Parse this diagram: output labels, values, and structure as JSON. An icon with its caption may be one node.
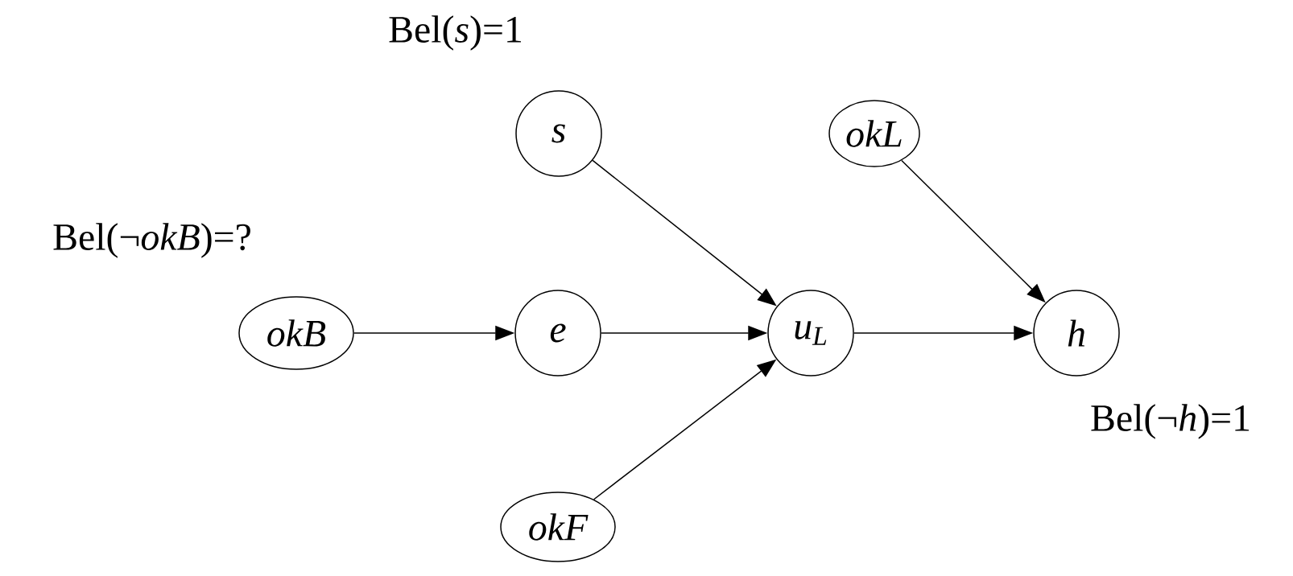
{
  "diagram": {
    "nodes": [
      {
        "text": [
          "s"
        ],
        "beside": [
          "Bel(*s*)=1"
        ]
      },
      {
        "text": [
          "okL"
        ]
      },
      {
        "text": [
          "okB"
        ],
        "beside": [
          "Bel(¬*okB*)=?"
        ]
      },
      {
        "text": [
          "e"
        ]
      },
      {
        "text": [
          "u$_{L}$"
        ]
      },
      {
        "text": [
          "h"
        ],
        "beside": [
          "Bel(¬*h*)=1"
        ]
      },
      {
        "text": [
          "okF"
        ]
      }
    ],
    "edges": [
      {
        "from": 2,
        "to": 3,
        "arrow": "to"
      },
      {
        "from": 0,
        "to": 4,
        "arrow": "to"
      },
      {
        "from": 3,
        "to": 4,
        "arrow": "to"
      },
      {
        "from": 6,
        "to": 4,
        "arrow": "to"
      },
      {
        "from": 4,
        "to": 5,
        "arrow": "to"
      },
      {
        "from": 1,
        "to": 5,
        "arrow": "to"
      }
    ]
  }
}
